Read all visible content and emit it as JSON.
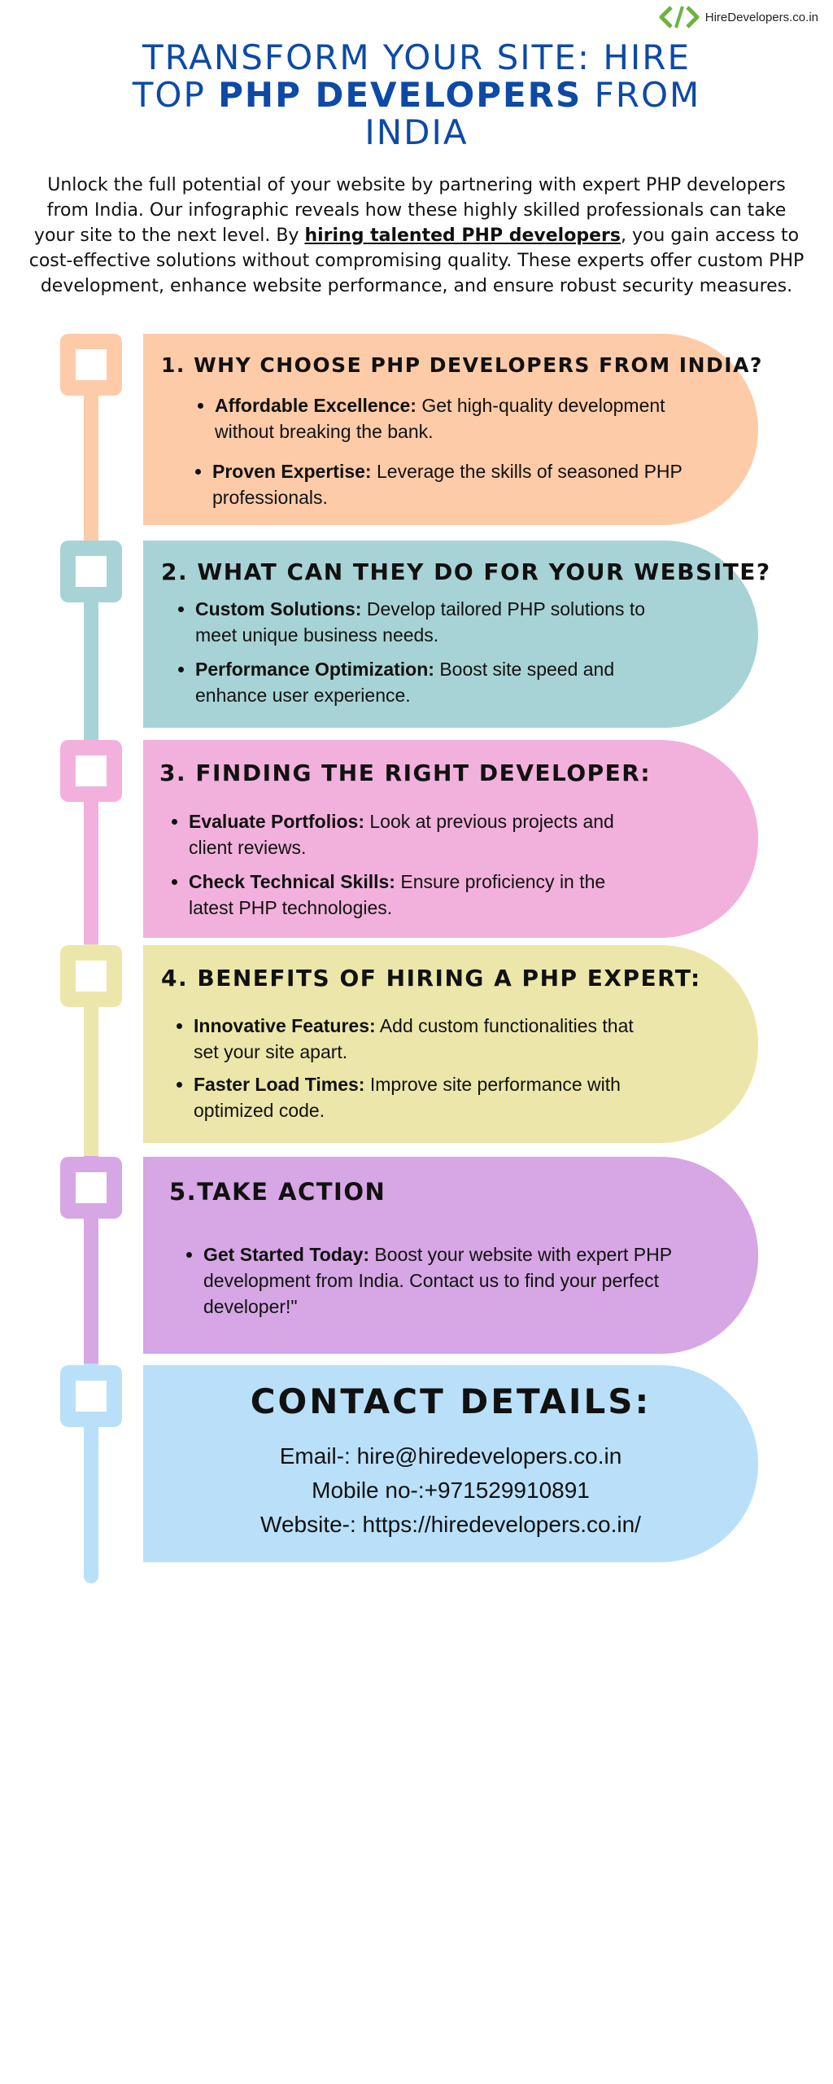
{
  "brand": {
    "logo_text": "HireDevelopers.co.in",
    "logo_icon": "code-brackets-icon",
    "logo_color": "#6cb33f"
  },
  "title": {
    "line1": "TRANSFORM YOUR SITE: HIRE",
    "line2_pre": "TOP ",
    "line2_bold": "PHP DEVELOPERS",
    "line2_post": " FROM",
    "line3": "INDIA"
  },
  "intro": {
    "before": "Unlock the full potential of your website by partnering with expert PHP developers from India. Our infographic reveals how these highly skilled professionals can take your site to the next level. By ",
    "link": "hiring talented PHP developers",
    "after": ", you gain access to cost-effective solutions without compromising quality. These experts offer custom PHP development, enhance website performance, and ensure robust security measures."
  },
  "colors": {
    "title": "#0d4aa6",
    "s1": "#fdcba8",
    "s2": "#a8d3d6",
    "s3": "#f2b1dc",
    "s4": "#ede6aa",
    "s5": "#d6a7e4",
    "s6": "#bae0f9"
  },
  "sections": [
    {
      "heading": "1. WHY CHOOSE PHP DEVELOPERS FROM INDIA?",
      "items": [
        {
          "bold": "Affordable Excellence:",
          "text": " Get high-quality development without breaking the bank."
        },
        {
          "bold": "Proven Expertise:",
          "text": " Leverage the skills of seasoned PHP professionals."
        }
      ]
    },
    {
      "heading": "2. WHAT CAN THEY DO FOR YOUR WEBSITE?",
      "items": [
        {
          "bold": "Custom Solutions:",
          "text": " Develop tailored PHP solutions to meet unique business needs."
        },
        {
          "bold": "Performance Optimization:",
          "text": " Boost site speed and enhance user experience."
        }
      ]
    },
    {
      "heading": "3. FINDING THE RIGHT DEVELOPER:",
      "items": [
        {
          "bold": "Evaluate Portfolios:",
          "text": " Look at previous projects and client reviews."
        },
        {
          "bold": "Check Technical Skills:",
          "text": " Ensure proficiency in the latest PHP technologies."
        }
      ]
    },
    {
      "heading": "4. BENEFITS OF HIRING A PHP EXPERT:",
      "items": [
        {
          "bold": "Innovative Features:",
          "text": " Add custom functionalities that set your site apart."
        },
        {
          "bold": "Faster Load Times:",
          "text": " Improve site performance with optimized code."
        }
      ]
    },
    {
      "heading": "5.TAKE ACTION",
      "items": [
        {
          "bold": "Get Started Today:",
          "text": " Boost your website with expert PHP development from India. Contact us to find your perfect developer!\""
        }
      ]
    }
  ],
  "contact": {
    "heading": "CONTACT DETAILS:",
    "email": "Email-:  hire@hiredevelopers.co.in",
    "mobile": "Mobile no-:+971529910891",
    "website": "Website-: https://hiredevelopers.co.in/"
  }
}
